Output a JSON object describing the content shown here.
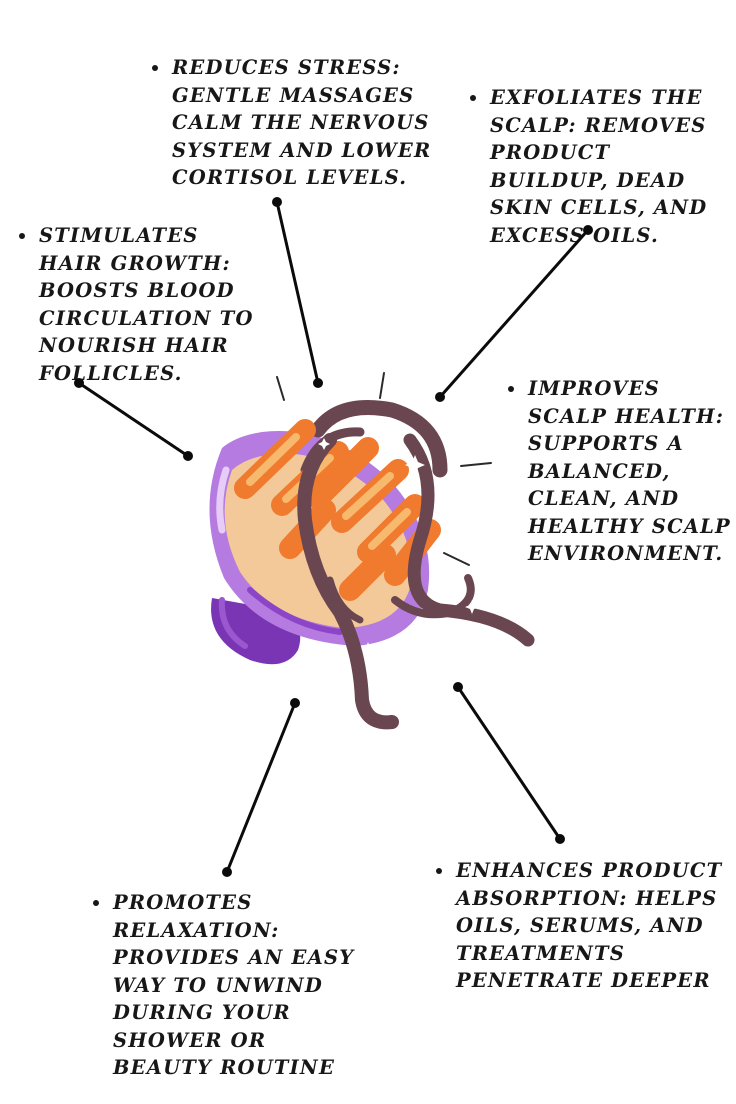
{
  "benefits": {
    "reduces_stress": "REDUCES STRESS: GENTLE MASSAGES CALM THE NERVOUS SYSTEM AND LOWER CORTISOL LEVELS.",
    "exfoliates": "EXFOLIATES THE SCALP: REMOVES PRODUCT BUILDUP, DEAD SKIN CELLS, AND EXCESS OILS.",
    "hair_growth": "STIMULATES HAIR GROWTH: BOOSTS BLOOD CIRCULATION TO NOURISH HAIR FOLLICLES.",
    "scalp_health": "IMPROVES SCALP HEALTH: SUPPORTS A BALANCED, CLEAN, AND HEALTHY SCALP ENVIRONMENT.",
    "relaxation": "PROMOTES RELAXATION: PROVIDES AN EASY WAY TO UNWIND DURING YOUR SHOWER OR BEAUTY ROUTINE",
    "absorption": "ENHANCES PRODUCT ABSORPTION: HELPS OILS, SERUMS, AND TREATMENTS PENETRATE DEEPER"
  },
  "colors": {
    "text": "#171717",
    "purple_main": "#b57be0",
    "purple_dark": "#7a35b5",
    "bristle_orange": "#f07a2e",
    "bristle_light": "#f7b96e",
    "hair": "#6a4650"
  },
  "icons": [
    "scalp-massager-brush-illustration"
  ]
}
